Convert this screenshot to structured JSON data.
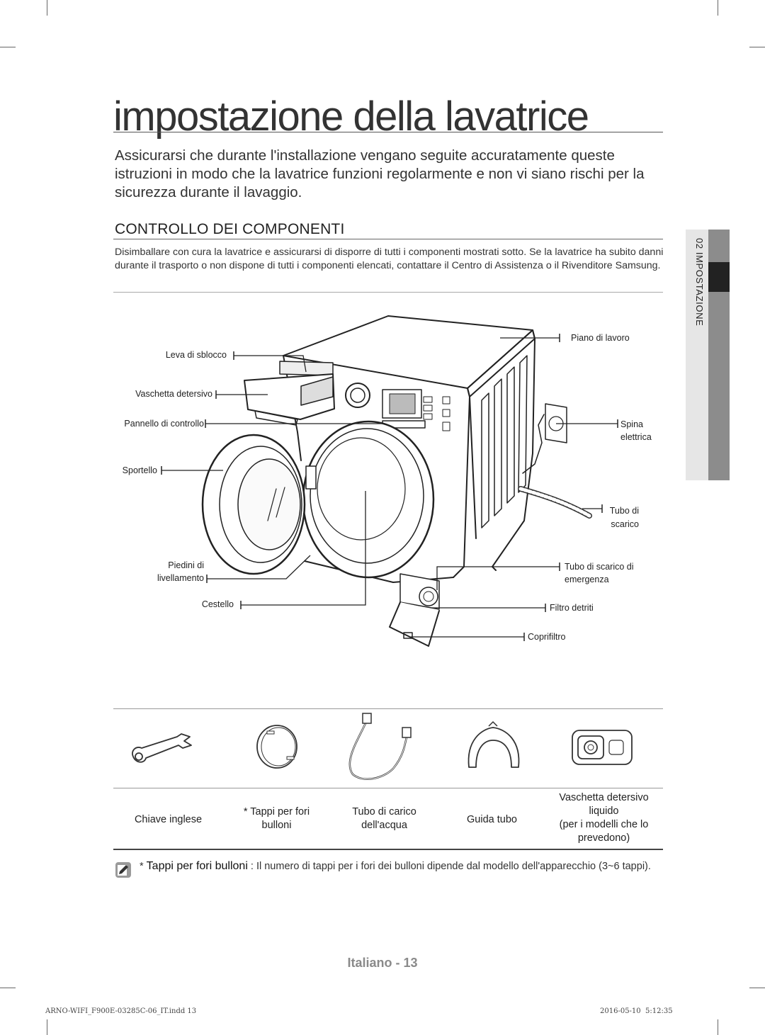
{
  "page": {
    "title": "impostazione della lavatrice",
    "intro": "Assicurarsi che durante l'installazione vengano seguite accuratamente queste istruzioni in modo che la lavatrice funzioni regolarmente e non vi siano rischi per la sicurezza durante il lavaggio."
  },
  "side_tab": {
    "label": "02 IMPOSTAZIONE"
  },
  "section": {
    "title": "CONTROLLO DEI COMPONENTI",
    "text": "Disimballare con cura la lavatrice e assicurarsi di disporre di tutti i componenti mostrati sotto. Se la lavatrice ha subito danni durante il trasporto o non dispone di tutti i componenti elencati, contattare il Centro di Assistenza o il Rivenditore Samsung."
  },
  "diagram": {
    "callouts": {
      "leva": "Leva di sblocco",
      "vaschetta": "Vaschetta detersivo",
      "pannello": "Pannello di controllo",
      "sportello": "Sportello",
      "piedini_1": "Piedini di",
      "piedini_2": "livellamento",
      "cestello": "Cestello",
      "piano": "Piano di lavoro",
      "spina_1": "Spina",
      "spina_2": "elettrica",
      "tubo_scarico_1": "Tubo di",
      "tubo_scarico_2": "scarico",
      "emergenza_1": "Tubo di scarico di",
      "emergenza_2": "emergenza",
      "filtro": "Filtro detriti",
      "coprifiltro": "Coprifiltro"
    }
  },
  "parts": [
    {
      "icon": "wrench-icon",
      "lines": [
        "Chiave inglese"
      ]
    },
    {
      "icon": "bolt-cap-icon",
      "lines": [
        "* Tappi per fori",
        "bulloni"
      ]
    },
    {
      "icon": "water-hose-icon",
      "lines": [
        "Tubo di carico",
        "dell'acqua"
      ]
    },
    {
      "icon": "hose-guide-icon",
      "lines": [
        "Guida tubo"
      ]
    },
    {
      "icon": "detergent-drawer-icon",
      "lines": [
        "Vaschetta detersivo",
        "liquido",
        "(per i modelli che lo",
        "prevedono)"
      ]
    }
  ],
  "note": {
    "icon": "note-pencil-icon",
    "bold": "Tappi per fori bulloni",
    "prefix": "* ",
    "text": " : Il numero di tappi per i fori dei bulloni dipende dal modello dell'apparecchio (3~6 tappi)."
  },
  "footer": {
    "page_label": "Italiano - 13",
    "file": "ARNO-WIFI_F900E-03285C-06_IT.indd   13",
    "date": "2016-05-10   ￼ 5:12:35"
  }
}
